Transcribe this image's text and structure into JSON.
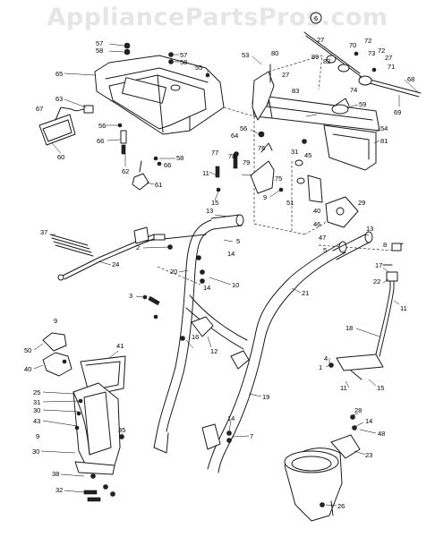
{
  "watermark": "AppliancePartsPros.com",
  "callouts": [
    {
      "id": "c-57a",
      "text": "57"
    },
    {
      "id": "c-58a",
      "text": "58"
    },
    {
      "id": "c-57b",
      "text": "57"
    },
    {
      "id": "c-58b",
      "text": "58"
    },
    {
      "id": "c-55",
      "text": "55"
    },
    {
      "id": "c-65",
      "text": "65"
    },
    {
      "id": "c-63",
      "text": "63"
    },
    {
      "id": "c-67",
      "text": "67"
    },
    {
      "id": "c-56a",
      "text": "56"
    },
    {
      "id": "c-66a",
      "text": "66"
    },
    {
      "id": "c-60",
      "text": "60"
    },
    {
      "id": "c-62",
      "text": "62"
    },
    {
      "id": "c-58c",
      "text": "58"
    },
    {
      "id": "c-66b",
      "text": "66"
    },
    {
      "id": "c-61",
      "text": "61"
    },
    {
      "id": "c-53",
      "text": "53"
    },
    {
      "id": "c-80",
      "text": "80"
    },
    {
      "id": "c-6",
      "text": "6"
    },
    {
      "id": "c-27a",
      "text": "27"
    },
    {
      "id": "c-89",
      "text": "89"
    },
    {
      "id": "c-82",
      "text": "82"
    },
    {
      "id": "c-70",
      "text": "70"
    },
    {
      "id": "c-72a",
      "text": "72"
    },
    {
      "id": "c-72b",
      "text": "72"
    },
    {
      "id": "c-73",
      "text": "73"
    },
    {
      "id": "c-27b",
      "text": "27"
    },
    {
      "id": "c-71",
      "text": "71"
    },
    {
      "id": "c-68",
      "text": "68"
    },
    {
      "id": "c-69",
      "text": "69"
    },
    {
      "id": "c-74",
      "text": "74"
    },
    {
      "id": "c-27c",
      "text": "27"
    },
    {
      "id": "c-83",
      "text": "83"
    },
    {
      "id": "c-59",
      "text": "59"
    },
    {
      "id": "c-54",
      "text": "54"
    },
    {
      "id": "c-81",
      "text": "81"
    },
    {
      "id": "c-56b",
      "text": "56"
    },
    {
      "id": "c-64",
      "text": "64"
    },
    {
      "id": "c-77",
      "text": "77"
    },
    {
      "id": "c-78",
      "text": "78"
    },
    {
      "id": "c-79",
      "text": "79"
    },
    {
      "id": "c-76",
      "text": "76"
    },
    {
      "id": "c-75",
      "text": "75"
    },
    {
      "id": "c-31a",
      "text": "31"
    },
    {
      "id": "c-45",
      "text": "45"
    },
    {
      "id": "c-11a",
      "text": "11"
    },
    {
      "id": "c-15a",
      "text": "15"
    },
    {
      "id": "c-9a",
      "text": "9"
    },
    {
      "id": "c-51",
      "text": "51"
    },
    {
      "id": "c-40a",
      "text": "40"
    },
    {
      "id": "c-46",
      "text": "46"
    },
    {
      "id": "c-47",
      "text": "47"
    },
    {
      "id": "c-29",
      "text": "29"
    },
    {
      "id": "c-13a",
      "text": "13"
    },
    {
      "id": "c-13b",
      "text": "13"
    },
    {
      "id": "c-5a",
      "text": "5"
    },
    {
      "id": "c-5b",
      "text": "5"
    },
    {
      "id": "c-8",
      "text": "8"
    },
    {
      "id": "c-37",
      "text": "37"
    },
    {
      "id": "c-2",
      "text": "2"
    },
    {
      "id": "c-14a",
      "text": "14"
    },
    {
      "id": "c-24",
      "text": "24"
    },
    {
      "id": "c-20",
      "text": "20"
    },
    {
      "id": "c-10",
      "text": "10"
    },
    {
      "id": "c-14b",
      "text": "14"
    },
    {
      "id": "c-21",
      "text": "21"
    },
    {
      "id": "c-17",
      "text": "17"
    },
    {
      "id": "c-22",
      "text": "22"
    },
    {
      "id": "c-11b",
      "text": "11"
    },
    {
      "id": "c-3",
      "text": "3"
    },
    {
      "id": "c-9b",
      "text": "9"
    },
    {
      "id": "c-16",
      "text": "16"
    },
    {
      "id": "c-12",
      "text": "12"
    },
    {
      "id": "c-18",
      "text": "18"
    },
    {
      "id": "c-50",
      "text": "50"
    },
    {
      "id": "c-41",
      "text": "41"
    },
    {
      "id": "c-40b",
      "text": "40"
    },
    {
      "id": "c-4",
      "text": "4"
    },
    {
      "id": "c-1",
      "text": "1"
    },
    {
      "id": "c-11c",
      "text": "11"
    },
    {
      "id": "c-15b",
      "text": "15"
    },
    {
      "id": "c-19",
      "text": "19"
    },
    {
      "id": "c-25",
      "text": "25"
    },
    {
      "id": "c-31b",
      "text": "31"
    },
    {
      "id": "c-30a",
      "text": "30"
    },
    {
      "id": "c-43",
      "text": "43"
    },
    {
      "id": "c-9c",
      "text": "9"
    },
    {
      "id": "c-30b",
      "text": "30"
    },
    {
      "id": "c-35",
      "text": "35"
    },
    {
      "id": "c-28",
      "text": "28"
    },
    {
      "id": "c-14c",
      "text": "14"
    },
    {
      "id": "c-48",
      "text": "48"
    },
    {
      "id": "c-23",
      "text": "23"
    },
    {
      "id": "c-14d",
      "text": "14"
    },
    {
      "id": "c-7",
      "text": "7"
    },
    {
      "id": "c-38",
      "text": "38"
    },
    {
      "id": "c-32",
      "text": "32"
    },
    {
      "id": "c-26",
      "text": "26"
    }
  ]
}
